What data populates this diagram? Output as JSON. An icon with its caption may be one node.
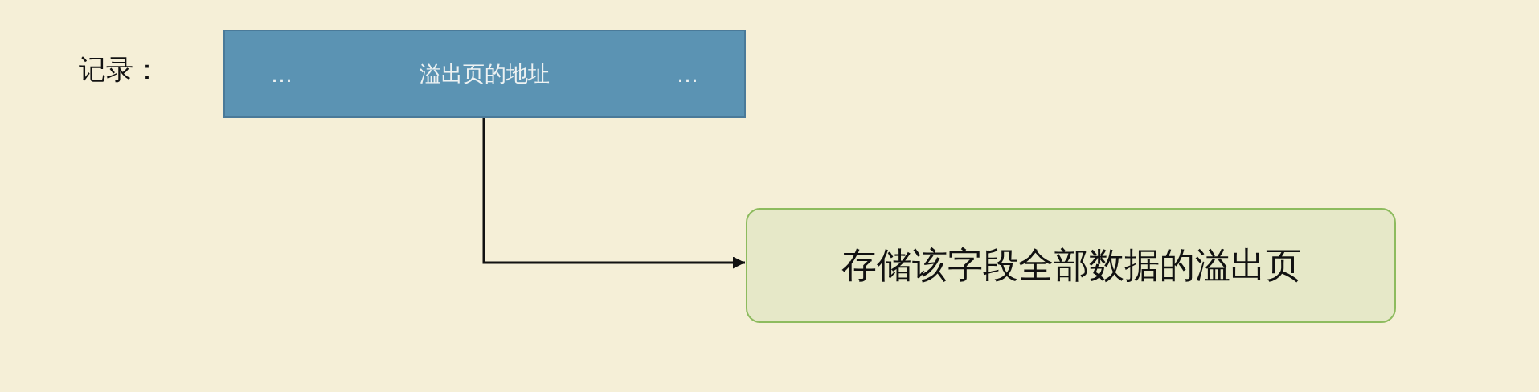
{
  "diagram": {
    "nodes": [
      {
        "text": [
          "…"
        ]
      },
      {
        "text": [
          "溢出页的地址"
        ]
      },
      {
        "text": [
          "…"
        ]
      },
      {
        "text": [
          "存储该字段全部数据的溢出页"
        ]
      }
    ],
    "edges": [
      {
        "from": 1,
        "to": 3,
        "arrow": "to"
      }
    ],
    "labels": [
      "记录："
    ]
  }
}
